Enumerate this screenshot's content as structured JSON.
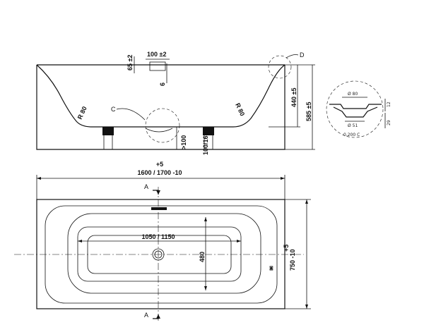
{
  "side_view": {
    "overflow_height": "65 ±2",
    "overflow_width": "100 ±2",
    "overflow_depth": "6",
    "radius_left": "R 80",
    "radius_right": "R 80",
    "detail_c": "C",
    "detail_d": "D",
    "inner_depth": "440 ±5",
    "total_height": "585 ±5",
    "foot_left": ">100",
    "foot_right": "100/168"
  },
  "top_view": {
    "tolerance": "+5",
    "length": "1600 / 1700 -10",
    "inner_length": "1050 / 1150",
    "inner_width": "480",
    "width": "750 -10",
    "width_tolerance": "+5",
    "section_top": "A",
    "section_bottom": "A"
  },
  "detail": {
    "diameter_top": "Ø 80",
    "diameter_bottom": "Ø 51",
    "height_a": "12",
    "height_b": "29",
    "caption": "0,200 C"
  }
}
